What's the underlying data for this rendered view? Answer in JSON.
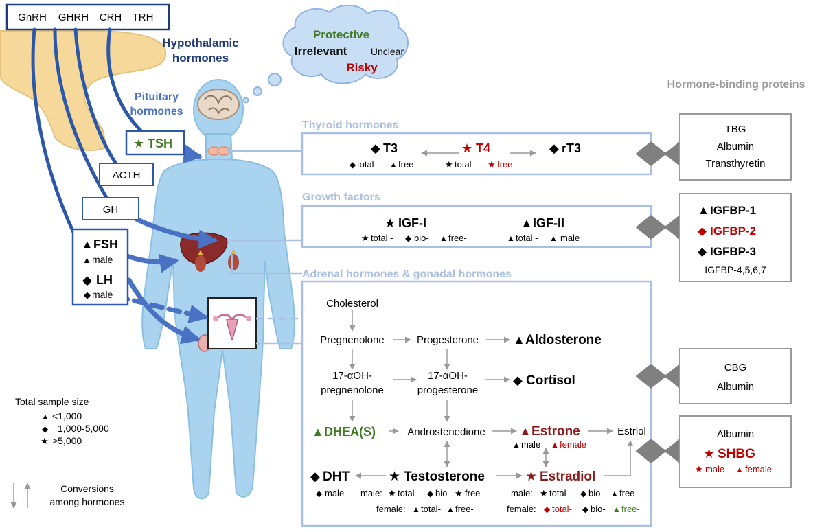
{
  "hypothalamic": {
    "gnrh": "GnRH",
    "ghrh": "GHRH",
    "crh": "CRH",
    "trh": "TRH",
    "label1": "Hypothalamic",
    "label2": "hormones"
  },
  "cloud": {
    "protective": "Protective",
    "irrelevant": "Irrelevant",
    "unclear": "Unclear",
    "risky": "Risky"
  },
  "pituitary": {
    "label1": "Pituitary",
    "label2": "hormones",
    "tsh": "TSH",
    "acth": "ACTH",
    "gh": "GH",
    "fsh": "FSH",
    "fsh_male": "male",
    "lh": "LH",
    "lh_male": "male"
  },
  "binding_title": "Hormone-binding proteins",
  "thyroid": {
    "title": "Thyroid hormones",
    "t3": "T3",
    "t3_detail": "total - ",
    "t3_free": "free-",
    "t4": "T4",
    "t4_total": "total - ",
    "t4_free": "free-",
    "rt3": "rT3",
    "binding": [
      "TBG",
      "Albumin",
      "Transthyretin"
    ]
  },
  "growth": {
    "title": "Growth factors",
    "igf1": "IGF-I",
    "igf1_total": "total - ",
    "igf1_bio": "bio-",
    "igf1_free": "free-",
    "igf2": "IGF-II",
    "igf2_total": "total - ",
    "igf2_male": "male",
    "binding": {
      "igfbp1": "IGFBP-1",
      "igfbp2": "IGFBP-2",
      "igfbp3": "IGFBP-3",
      "rest": "IGFBP-4,5,6,7"
    }
  },
  "adrenal": {
    "title": "Adrenal hormones & gonadal hormones",
    "cholesterol": "Cholesterol",
    "pregnenolone": "Pregnenolone",
    "progesterone": "Progesterone",
    "aldosterone": "Aldosterone",
    "oh_preg1": "17-αOH-",
    "oh_preg2": "pregnenolone",
    "oh_prog1": "17-αOH-",
    "oh_prog2": "progesterone",
    "cortisol": "Cortisol",
    "dhea": "DHEA(S)",
    "androstenedione": "Androstenedione",
    "estrone": "Estrone",
    "estrone_male": "male",
    "estrone_female": "female",
    "estriol": "Estriol",
    "dht": "DHT",
    "dht_male": "male",
    "testosterone": "Testosterone",
    "testo_male_label": "male: ",
    "testo_male_total": "total - ",
    "testo_male_bio": "bio-",
    "testo_male_free": "free-",
    "testo_female_label": "female: ",
    "testo_female_total": "total- ",
    "testo_female_free": "free-",
    "estradiol": "Estradiol",
    "e2_male_label": "male: ",
    "e2_male_total": "total- ",
    "e2_male_bio": "bio- ",
    "e2_male_free": "free-",
    "e2_female_label": "female: ",
    "e2_female_total": "total- ",
    "e2_female_bio": "bio- ",
    "e2_female_free": "free-",
    "binding_cbg": [
      "CBG",
      "Albumin"
    ],
    "binding_shbg": {
      "albumin": "Albumin",
      "shbg": "SHBG",
      "male": "male ",
      "female": "female"
    }
  },
  "legend": {
    "title": "Total sample size",
    "tri": "<1,000",
    "dia": "1,000-5,000",
    "star": ">5,000",
    "conv1": "Conversions",
    "conv2": "among hormones"
  },
  "colors": {
    "green": "#3f7a23",
    "red": "#c00000",
    "darkred": "#8b1a1a",
    "navy": "#1f3b7a",
    "blue": "#4a72c4",
    "lightblue": "#a9bfe3",
    "gray": "#9a9a9a"
  }
}
